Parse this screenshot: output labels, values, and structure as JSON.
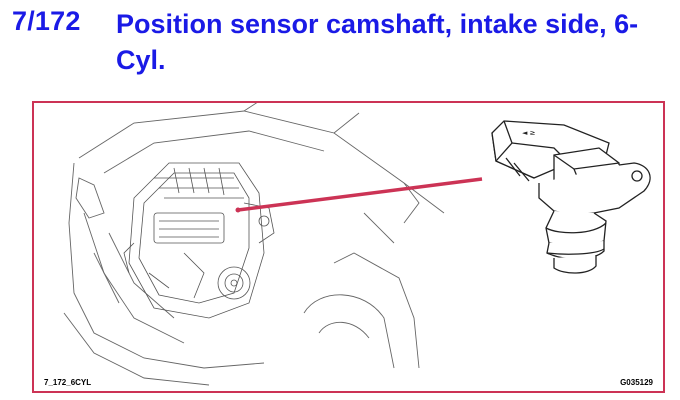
{
  "heading": {
    "number": "7/172",
    "title": "Position sensor camshaft, intake side, 6-Cyl."
  },
  "figure": {
    "left_caption": "7_172_6CYL",
    "right_caption": "G035129",
    "frame_color": "#cc3355",
    "pointer_color": "#cc3355",
    "title_color": "#1a1ae6"
  }
}
